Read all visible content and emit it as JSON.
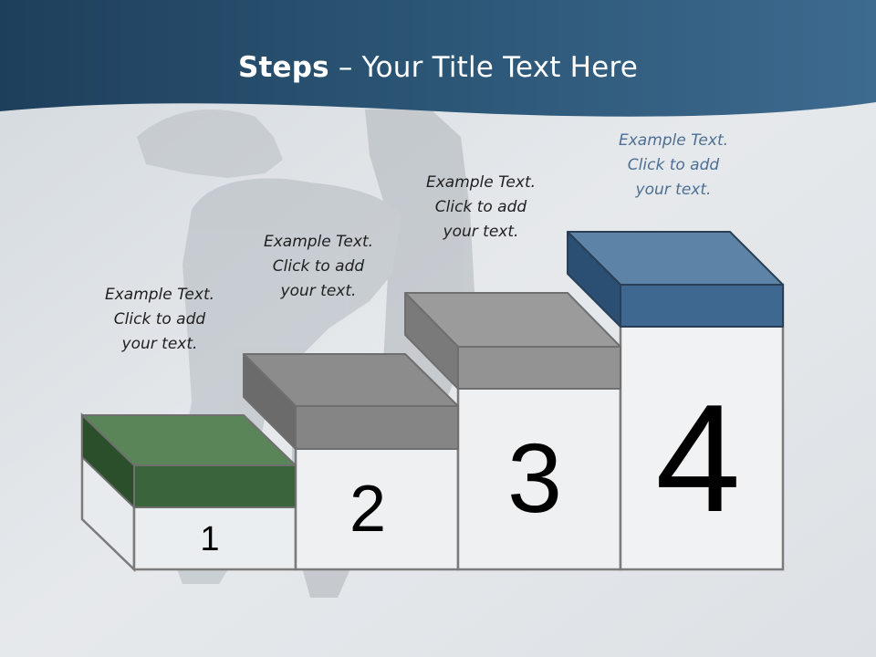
{
  "slide": {
    "title_bold": "Steps",
    "title_rest": " – Your Title Text Here",
    "colors": {
      "header_band": "#2f587a",
      "background": "#e3e7ea",
      "step1_block": "#3a6b3a",
      "step2_block": "#8a8a8a",
      "step3_block": "#959595",
      "step4_block": "#4a7398",
      "caption_dark": "#1f1f1f",
      "caption_blue": "#4c6f93"
    },
    "steps": [
      {
        "number": "1",
        "text_lines": [
          "Example Text.",
          "Click  to add",
          "your text."
        ]
      },
      {
        "number": "2",
        "text_lines": [
          "Example Text.",
          "Click  to add",
          "your text."
        ]
      },
      {
        "number": "3",
        "text_lines": [
          "Example Text.",
          "Click  to add",
          "your text."
        ]
      },
      {
        "number": "4",
        "text_lines": [
          "Example Text.",
          "Click  to add",
          "your text."
        ]
      }
    ]
  }
}
